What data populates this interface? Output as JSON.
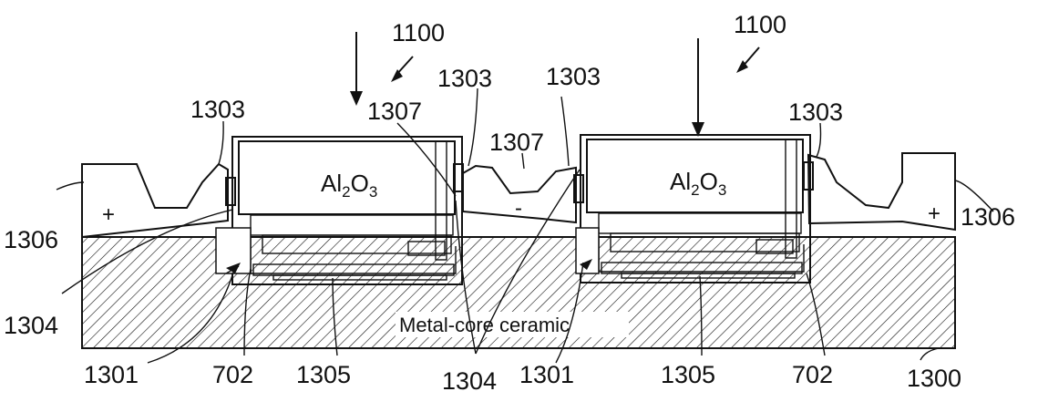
{
  "labels": {
    "chip": "1100",
    "solder": "1303",
    "contact": "1307",
    "pad": "1306",
    "wire": "1304",
    "cavity": "1301",
    "bond": "702",
    "layer": "1305",
    "substrate": "1300"
  },
  "materials": {
    "lens_base": "Al",
    "lens_sub2": "2",
    "lens_mid": "O",
    "lens_sub3": "3",
    "substrate": "Metal-core ceramic"
  },
  "polarity": {
    "left": "+",
    "middle": "-",
    "right": "+"
  }
}
